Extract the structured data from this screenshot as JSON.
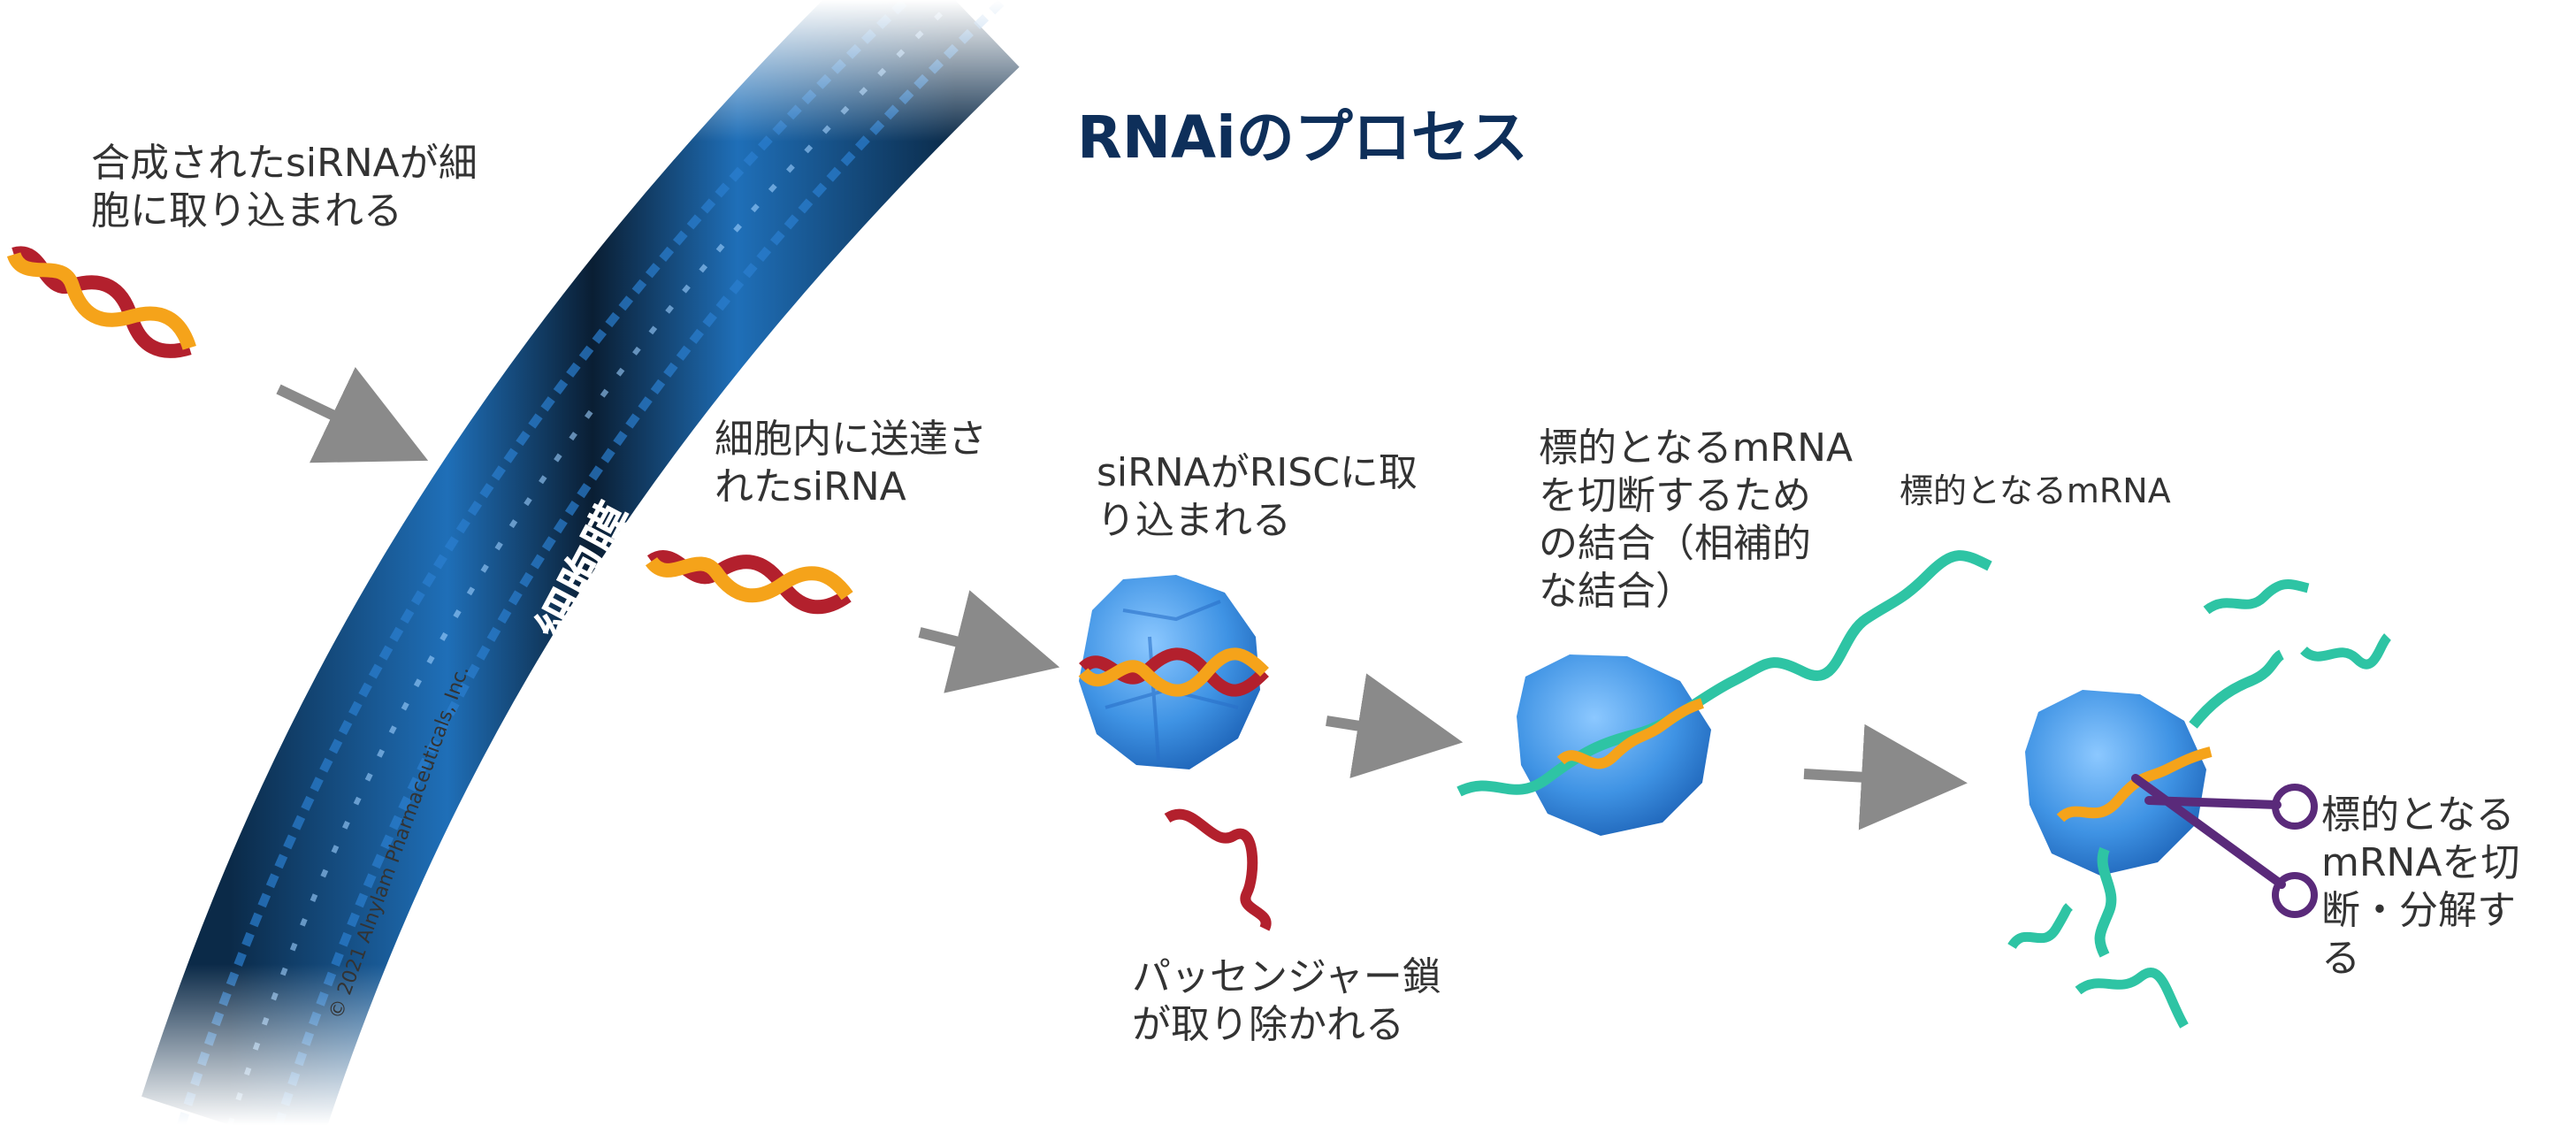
{
  "title": "RNAiのプロセス",
  "membrane_label": "細胞膜",
  "copyright": "© 2021 Alnylam Pharmaceuticals, Inc.",
  "steps": {
    "uptake": "合成されたsiRNAが細\n胞に取り込まれる",
    "delivered": "細胞内に送達さ\nれたsiRNA",
    "risc_loading": "siRNAがRISCに取\nり込まれる",
    "passenger_removal": "パッセンジャー鎖\nが取り除かれる",
    "binding": "標的となるmRNA\nを切断するため\nの結合（相補的\nな結合）",
    "target_label": "標的となるmRNA",
    "cleavage": "標的となる\nmRNAを切\n断・分解す\nる"
  },
  "colors": {
    "title": "#0e2f5a",
    "text": "#333333",
    "membrane": "#1f6fb8",
    "membrane_dark": "#0b2a48",
    "sirna_red": "#b3202d",
    "sirna_orange": "#f5a31a",
    "risc_blue": "#4a9ee8",
    "mrna_teal": "#2ec4a4",
    "scissors": "#5a2a7a",
    "arrow": "#8a8a8a"
  }
}
